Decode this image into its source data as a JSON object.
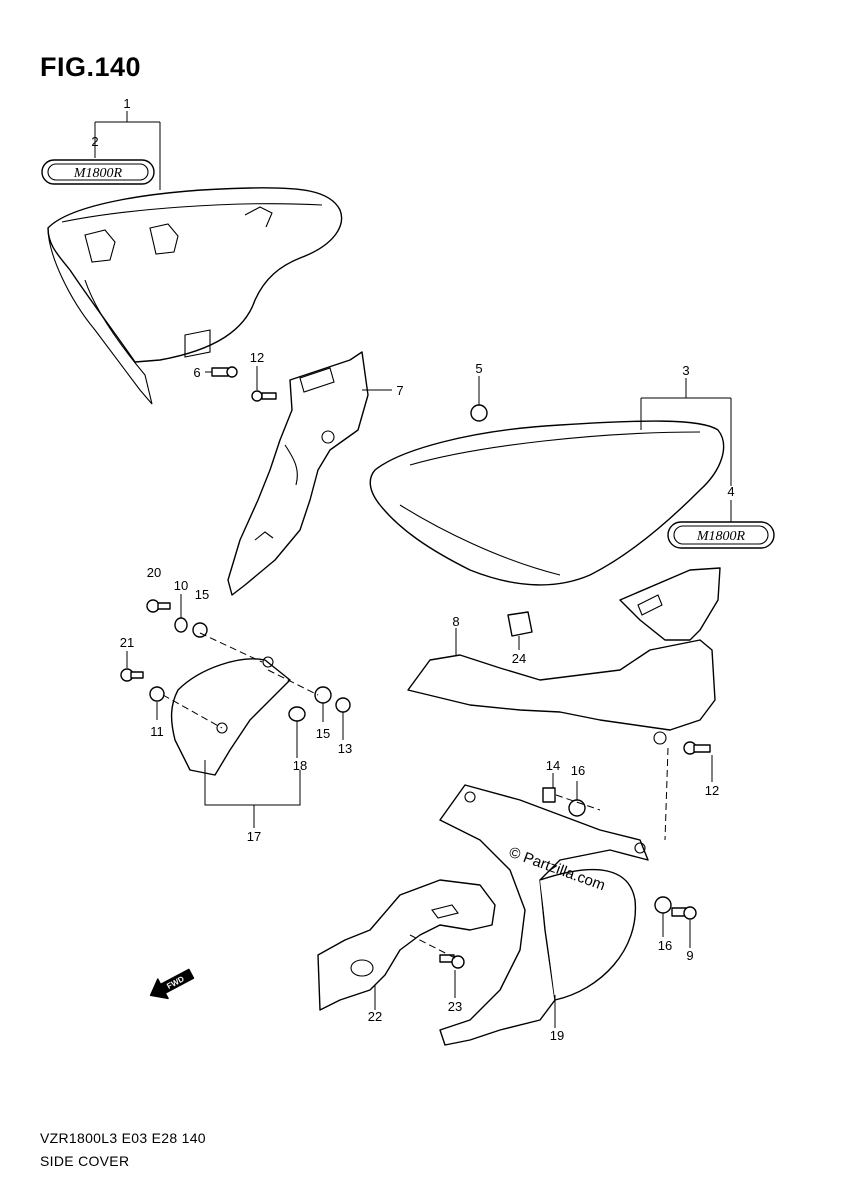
{
  "figure": {
    "title": "FIG.140",
    "footer_code": "VZR1800L3  E03  E28  140",
    "footer_name": "SIDE COVER",
    "watermark": "© Partzilla.com",
    "emblem_text": "M1800R",
    "direction_label": "FWD"
  },
  "callouts": [
    {
      "id": "c1",
      "label": "1"
    },
    {
      "id": "c2",
      "label": "2"
    },
    {
      "id": "c3",
      "label": "3"
    },
    {
      "id": "c4",
      "label": "4"
    },
    {
      "id": "c5",
      "label": "5"
    },
    {
      "id": "c6",
      "label": "6"
    },
    {
      "id": "c7",
      "label": "7"
    },
    {
      "id": "c8",
      "label": "8"
    },
    {
      "id": "c9",
      "label": "9"
    },
    {
      "id": "c10",
      "label": "10"
    },
    {
      "id": "c11",
      "label": "11"
    },
    {
      "id": "c12a",
      "label": "12"
    },
    {
      "id": "c12b",
      "label": "12"
    },
    {
      "id": "c13",
      "label": "13"
    },
    {
      "id": "c14",
      "label": "14"
    },
    {
      "id": "c15a",
      "label": "15"
    },
    {
      "id": "c15b",
      "label": "15"
    },
    {
      "id": "c16a",
      "label": "16"
    },
    {
      "id": "c16b",
      "label": "16"
    },
    {
      "id": "c17",
      "label": "17"
    },
    {
      "id": "c18",
      "label": "18"
    },
    {
      "id": "c19",
      "label": "19"
    },
    {
      "id": "c20",
      "label": "20"
    },
    {
      "id": "c21",
      "label": "21"
    },
    {
      "id": "c22",
      "label": "22"
    },
    {
      "id": "c23",
      "label": "23"
    },
    {
      "id": "c24",
      "label": "24"
    }
  ]
}
